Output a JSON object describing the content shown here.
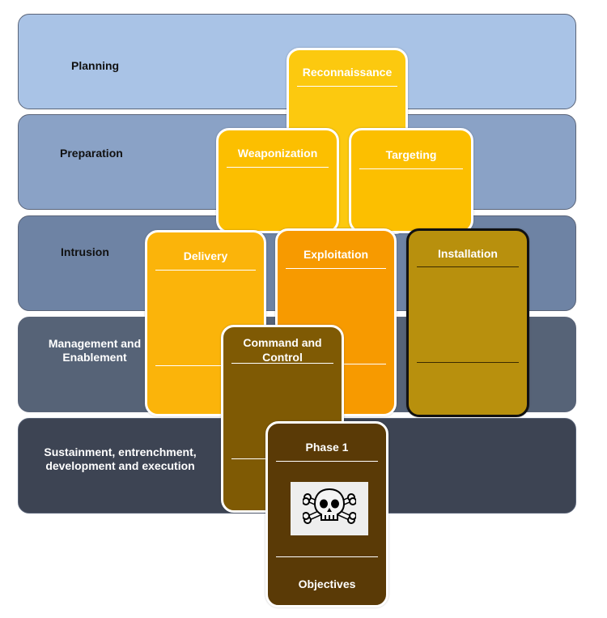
{
  "bands": [
    {
      "label": "Planning",
      "color": "#a9c3e6"
    },
    {
      "label": "Preparation",
      "color": "#8aa2c6"
    },
    {
      "label": "Intrusion",
      "color": "#6e83a4"
    },
    {
      "label": "Management and Enablement",
      "color": "#566377"
    },
    {
      "label": "Sustainment, entrenchment, development and execution",
      "color": "#3d4453"
    }
  ],
  "cards": {
    "reconnaissance": {
      "title": "Reconnaissance",
      "color": "#fcc90f"
    },
    "weaponization": {
      "title": "Weaponization",
      "color": "#fcbf00"
    },
    "targeting": {
      "title": "Targeting",
      "color": "#fcbf00"
    },
    "delivery": {
      "title": "Delivery",
      "color": "#fbb40a"
    },
    "exploitation": {
      "title": "Exploitation",
      "color": "#f79a00"
    },
    "installation": {
      "title": "Installation",
      "color": "#b8900d"
    },
    "command_control": {
      "title_line1": "Command and",
      "title_line2": "Control",
      "color": "#7f5a04"
    },
    "phase1": {
      "title": "Phase 1",
      "footer": "Objectives",
      "color": "#5a3a06",
      "icon": "skull-crossbones-icon"
    }
  }
}
